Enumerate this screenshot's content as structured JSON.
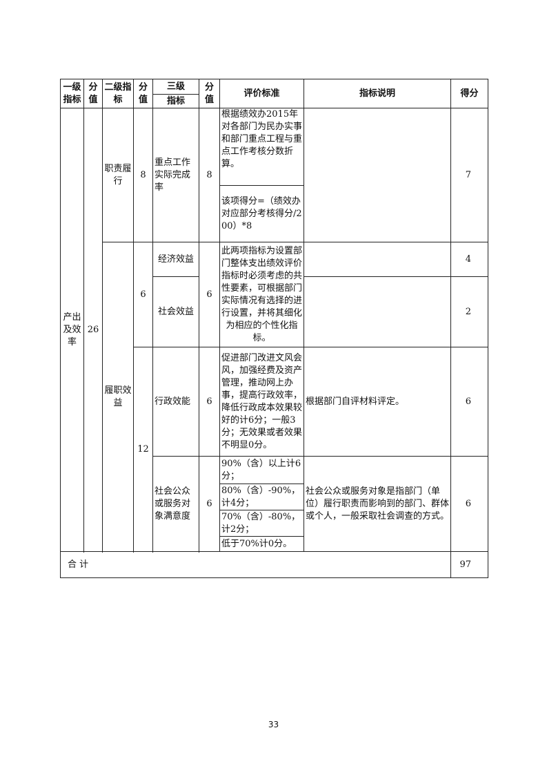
{
  "header": {
    "level1": "一级指标",
    "score1": "分值",
    "level2": "二级指标",
    "score2": "分值",
    "level3": "三级",
    "level3_sub": "指标",
    "score3": "分值",
    "criteria": "评价标准",
    "explanation": "指标说明",
    "result": "得分"
  },
  "group": {
    "level1": "产出及效率",
    "score": "26"
  },
  "rows": {
    "duty": {
      "level2": "职责履行",
      "score2": "8",
      "level3": "重点工作实际完成率",
      "score3": "8",
      "criteria_a": "根据绩效办2015年对各部门为民办实事和部门重点工程与重点工作考核分数折算。",
      "criteria_b": "该项得分=（绩效办对应部分考核得分/200）*8",
      "explanation": "",
      "result": "7"
    },
    "benefit": {
      "level2": "履职效益",
      "block1_score2": "6",
      "block1_score3": "6",
      "block1_criteria": "此两项指标为设置部门整体支出绩效评价指标时必须考虑的共性要素，可根据部门实际情况有选择的进行设置，并将其细化为相应的个性化指标。",
      "economic": {
        "level3": "经济效益",
        "explanation": "",
        "result": "4"
      },
      "social": {
        "level3": "社会效益",
        "explanation": "",
        "result": "2"
      },
      "block2_score2": "12",
      "admin": {
        "level3": "行政效能",
        "score3": "6",
        "criteria": "促进部门改进文风会风，加强经费及资产管理，推动网上办事，提高行政效率，降低行政成本效果较好的计6分；一般3分；无效果或者效果不明显0分。",
        "explanation": "根据部门自评材料评定。",
        "result": "6"
      },
      "satisfaction": {
        "level3": "社会公众或服务对象满意度",
        "score3": "6",
        "criteria": [
          "90%（含）以上计6分；",
          "80%（含）-90%，计4分；",
          "70%（含）-80%，计2分；",
          "低于70%计0分。"
        ],
        "explanation": "社会公众或服务对象是指部门（单位）履行职责而影响到的部门、群体或个人，一般采取社会调查的方式。",
        "result": "6"
      }
    }
  },
  "total": {
    "label": "合 计",
    "value": "97"
  },
  "page_number": "33"
}
